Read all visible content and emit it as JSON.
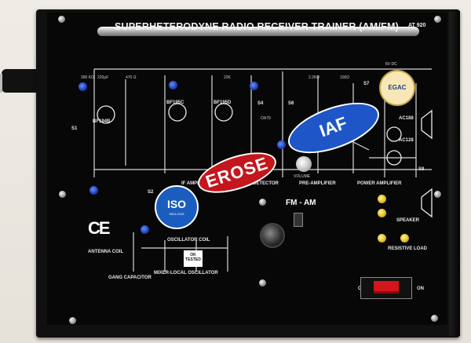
{
  "title": "SUPERHETERODYNE RADIO RECEIVER TRAINER (AM/FM)",
  "model": "AT 920",
  "supply": "6V DC",
  "sections": {
    "detector": "DETECTOR",
    "pre_amp": "PRE-AMPLIFIER",
    "power_amp": "POWER AMPLIFIER",
    "volume": "VOLUME",
    "if_amp": "IF AMPL",
    "speaker": "SPEAKER",
    "resistive_load": "RESISTIVE LOAD",
    "antenna_coil": "ANTENNA COIL",
    "oscillator_coil": "OSCILLATOR COIL",
    "gang_capacitor": "GANG CAPACITOR",
    "mixer": "MIXER-LOCAL OSCILLATOR",
    "fm_am": "FM - AM",
    "off": "OFF",
    "on": "ON",
    "ok_tested": "OK TESTED"
  },
  "component_labels": {
    "s1": "S1",
    "s2": "S2",
    "s4": "S4",
    "s6": "S6",
    "s7": "S7",
    "s8": "S8",
    "bf194b": "BF194B",
    "bf195c": "BF195C",
    "bf195d": "BF195D",
    "ac188": "AC188",
    "ac128": "AC128",
    "oa79": "OA79",
    "r390": "390 KΩ",
    "c220": "220μF",
    "c470": "470 Ω",
    "r22k": "22K",
    "r2k2": "2.2KΩ",
    "r100": "100Ω"
  },
  "logos": {
    "erose": "EROSE",
    "iaf": "IAF",
    "iso": "ISO",
    "iso_sub": "9001:2015",
    "egac": "EGAC",
    "ce": "CE"
  },
  "colors": {
    "panel": "#070707",
    "socket_blue": "#1d3fb5",
    "socket_yellow": "#e3c21b",
    "erose_red": "#c4161c",
    "iaf_blue": "#1e56c8",
    "switch_red": "#d2161c"
  }
}
